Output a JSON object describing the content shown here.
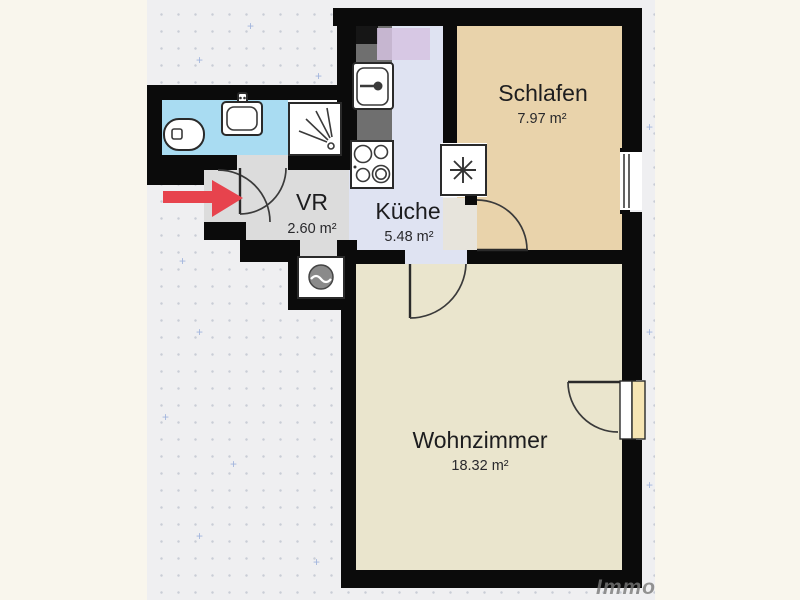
{
  "rooms": [
    {
      "name": "VR",
      "area": "2.60 m²"
    },
    {
      "name": "Küche",
      "area": "5.48 m²"
    },
    {
      "name": "Schlafen",
      "area": "7.97 m²"
    },
    {
      "name": "Wohnzimmer",
      "area": "18.32 m²"
    }
  ],
  "watermark": "Immo",
  "colors": {
    "wall": "#0b0b0b",
    "bathroom_floor": "#a9dcf2",
    "vr_floor": "#dcdcdc",
    "kitchen_floor": "#dfe3f2",
    "bedroom_floor": "#e9d3ab",
    "living_floor": "#eae5cd",
    "threshold": "#e7e4dc",
    "counter": "#6f6f6f",
    "cabinet_highlight": "#d6c3e2",
    "balcony_door_panel": "#f6e5b4",
    "appliance_drum": "#8a8a8a",
    "arrow": "#e7434d",
    "page_margin": "#f9f6ed",
    "canvas": "#efeff1"
  },
  "icons": {
    "toilet": "toilet-icon",
    "bathroom_sink": "sink-icon",
    "shower": "shower-icon",
    "kitchen_sink": "kitchen-sink-icon",
    "stove": "stove-icon",
    "fridge": "snowflake-icon",
    "washing_machine": "washing-machine-icon",
    "entrance_pointer": "arrow-right-icon",
    "window": "window-icon",
    "door_swing": "door-swing-icon"
  }
}
